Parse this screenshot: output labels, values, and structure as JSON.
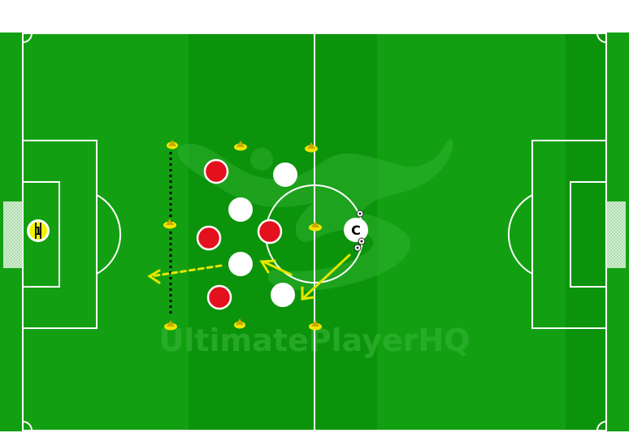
{
  "colors": {
    "pitch_light": "#12a012",
    "pitch_dark": "#0b930b",
    "line": "#ffffff",
    "cone": "#f2e600",
    "red_player": "#e3101e",
    "white_player": "#ffffff",
    "arrow": "#e6e600",
    "dotted_line": "#000000",
    "keeper": "#f2f200"
  },
  "watermark": {
    "text": "UltimatePlayerHQ"
  },
  "goalkeeper": {
    "label": "1"
  },
  "coach": {
    "label": "C"
  },
  "icons": [
    "soccer-ball-icon",
    "player-silhouette-icon",
    "cone-icon"
  ]
}
